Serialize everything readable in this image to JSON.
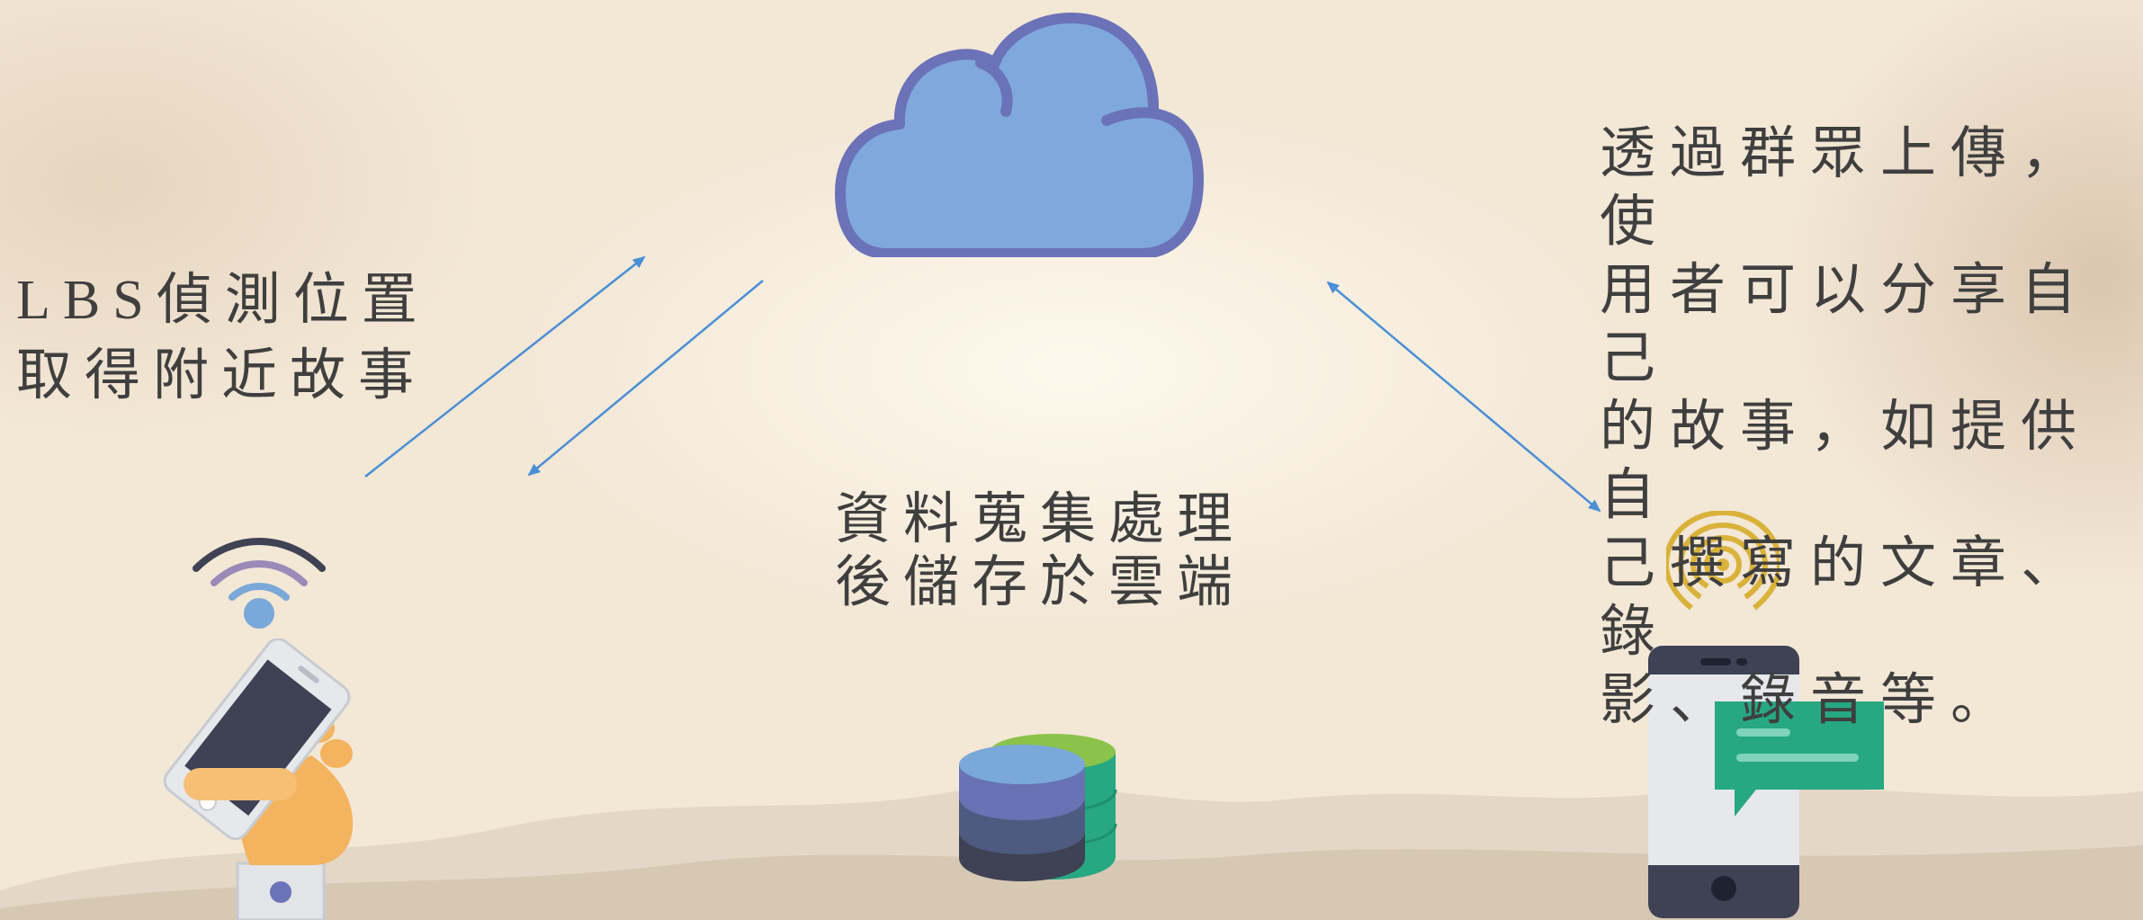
{
  "labels": {
    "lbs": "LBS偵測位置\n取得附近故事",
    "cloud": "資料蒐集處理\n後儲存於雲端",
    "ugc": "透過群眾上傳，使\n用者可以分享自己\n的故事，如提供自\n己撰寫的文章、錄\n影、錄音等。"
  },
  "icons": {
    "cloud": "cloud-icon",
    "hand_phone": "hand-holding-phone-icon",
    "wifi": "wifi-signal-icon",
    "database": "database-icon",
    "broadcast": "broadcast-signal-icon",
    "phone_chat": "phone-message-icon"
  },
  "colors": {
    "arrow": "#4a8fd6",
    "cloud_fill": "#7fa9dc",
    "cloud_stroke": "#6b72b8",
    "text": "#3f3f3f"
  }
}
